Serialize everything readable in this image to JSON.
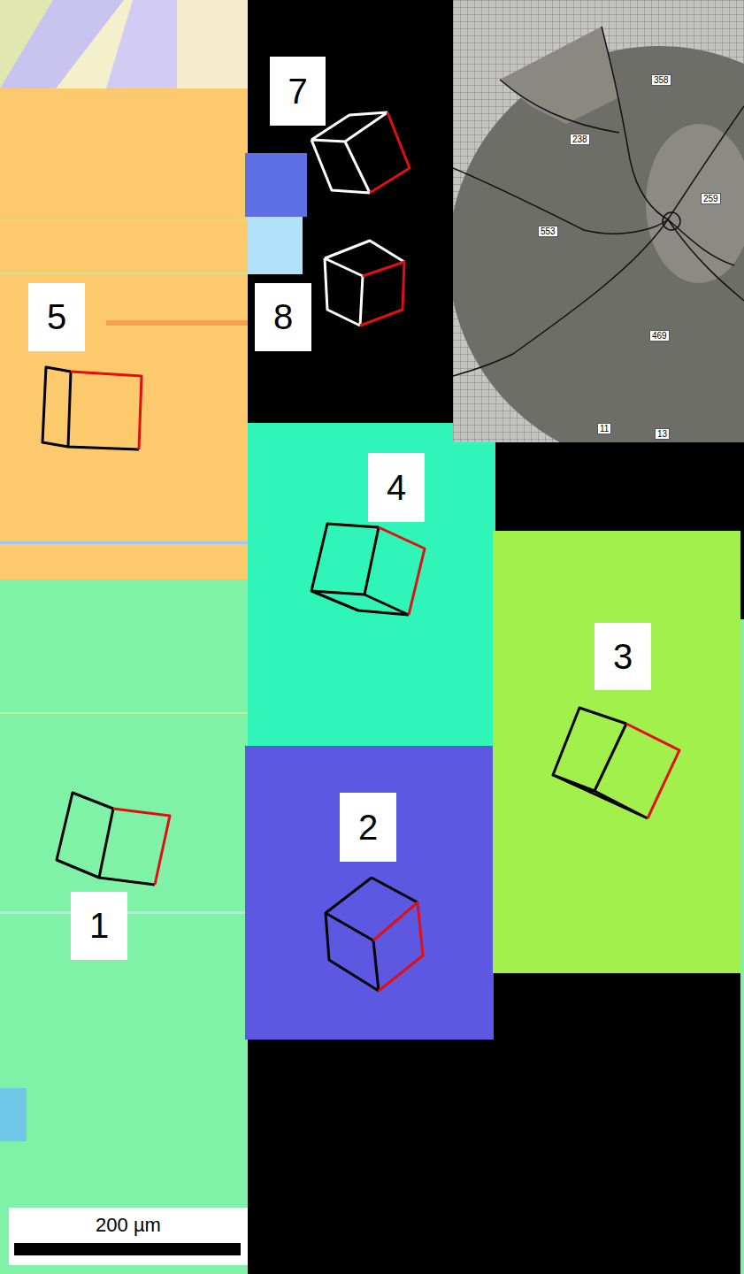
{
  "diagram": {
    "labels": [
      "7",
      "8",
      "5",
      "4",
      "3",
      "2",
      "1",
      "358",
      "238",
      "259",
      "553",
      "469",
      "11",
      "13",
      "200 µm"
    ]
  }
}
